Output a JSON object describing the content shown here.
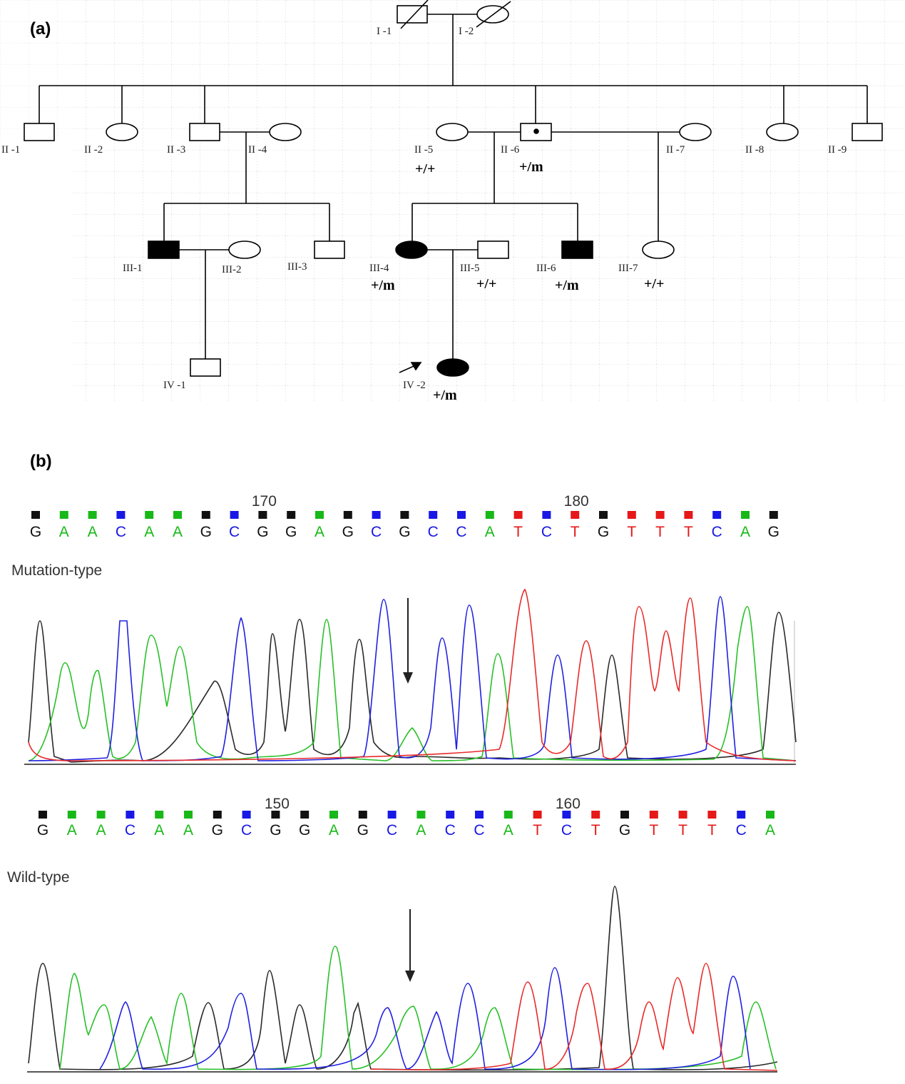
{
  "panel_a": {
    "label": "(a)",
    "individuals": [
      {
        "id": "I -1",
        "sex": "male",
        "affected": false,
        "deceased": true,
        "genotype": ""
      },
      {
        "id": "I -2",
        "sex": "female",
        "affected": false,
        "deceased": true,
        "genotype": ""
      },
      {
        "id": "II -1",
        "sex": "male",
        "affected": false,
        "deceased": false,
        "genotype": ""
      },
      {
        "id": "II -2",
        "sex": "female",
        "affected": false,
        "deceased": false,
        "genotype": ""
      },
      {
        "id": "II -3",
        "sex": "male",
        "affected": false,
        "deceased": false,
        "genotype": ""
      },
      {
        "id": "II -4",
        "sex": "female",
        "affected": false,
        "deceased": false,
        "genotype": ""
      },
      {
        "id": "II -5",
        "sex": "female",
        "affected": false,
        "deceased": false,
        "genotype": "+/+"
      },
      {
        "id": "II -6",
        "sex": "male",
        "affected": false,
        "carrier": true,
        "deceased": false,
        "genotype": "+/m"
      },
      {
        "id": "II -7",
        "sex": "female",
        "affected": false,
        "deceased": false,
        "genotype": ""
      },
      {
        "id": "II -8",
        "sex": "female",
        "affected": false,
        "deceased": false,
        "genotype": ""
      },
      {
        "id": "II -9",
        "sex": "male",
        "affected": false,
        "deceased": false,
        "genotype": ""
      },
      {
        "id": "III-1",
        "sex": "male",
        "affected": true,
        "deceased": false,
        "genotype": ""
      },
      {
        "id": "III-2",
        "sex": "female",
        "affected": false,
        "deceased": false,
        "genotype": ""
      },
      {
        "id": "III-3",
        "sex": "male",
        "affected": false,
        "deceased": false,
        "genotype": ""
      },
      {
        "id": "III-4",
        "sex": "female",
        "affected": true,
        "deceased": false,
        "genotype": "+/m"
      },
      {
        "id": "III-5",
        "sex": "male",
        "affected": false,
        "deceased": false,
        "genotype": "+/+"
      },
      {
        "id": "III-6",
        "sex": "male",
        "affected": true,
        "deceased": false,
        "genotype": "+/m"
      },
      {
        "id": "III-7",
        "sex": "female",
        "affected": false,
        "deceased": false,
        "genotype": "+/+"
      },
      {
        "id": "IV -1",
        "sex": "male",
        "affected": false,
        "deceased": false,
        "genotype": ""
      },
      {
        "id": "IV -2",
        "sex": "female",
        "affected": true,
        "deceased": false,
        "proband": true,
        "genotype": "+/m"
      }
    ]
  },
  "panel_b": {
    "label": "(b)",
    "colors": {
      "A": "#18b818",
      "C": "#1818e6",
      "G": "#111111",
      "T": "#e61818"
    },
    "mutation": {
      "label": "Mutation-type",
      "sequence": [
        "G",
        "A",
        "A",
        "C",
        "A",
        "A",
        "G",
        "C",
        "G",
        "G",
        "A",
        "G",
        "C",
        "G",
        "C",
        "C",
        "A",
        "T",
        "C",
        "T",
        "G",
        "T",
        "T",
        "T",
        "C",
        "A",
        "G"
      ],
      "position_labels": [
        {
          "text": "170",
          "base_index": 8
        },
        {
          "text": "180",
          "base_index": 19
        }
      ]
    },
    "wildtype": {
      "label": "Wild-type",
      "sequence": [
        "G",
        "A",
        "A",
        "C",
        "A",
        "A",
        "G",
        "C",
        "G",
        "G",
        "A",
        "G",
        "C",
        "A",
        "C",
        "C",
        "A",
        "T",
        "C",
        "T",
        "G",
        "T",
        "T",
        "T",
        "C",
        "A"
      ],
      "position_labels": [
        {
          "text": "150",
          "base_index": 8
        },
        {
          "text": "160",
          "base_index": 18
        }
      ]
    }
  }
}
